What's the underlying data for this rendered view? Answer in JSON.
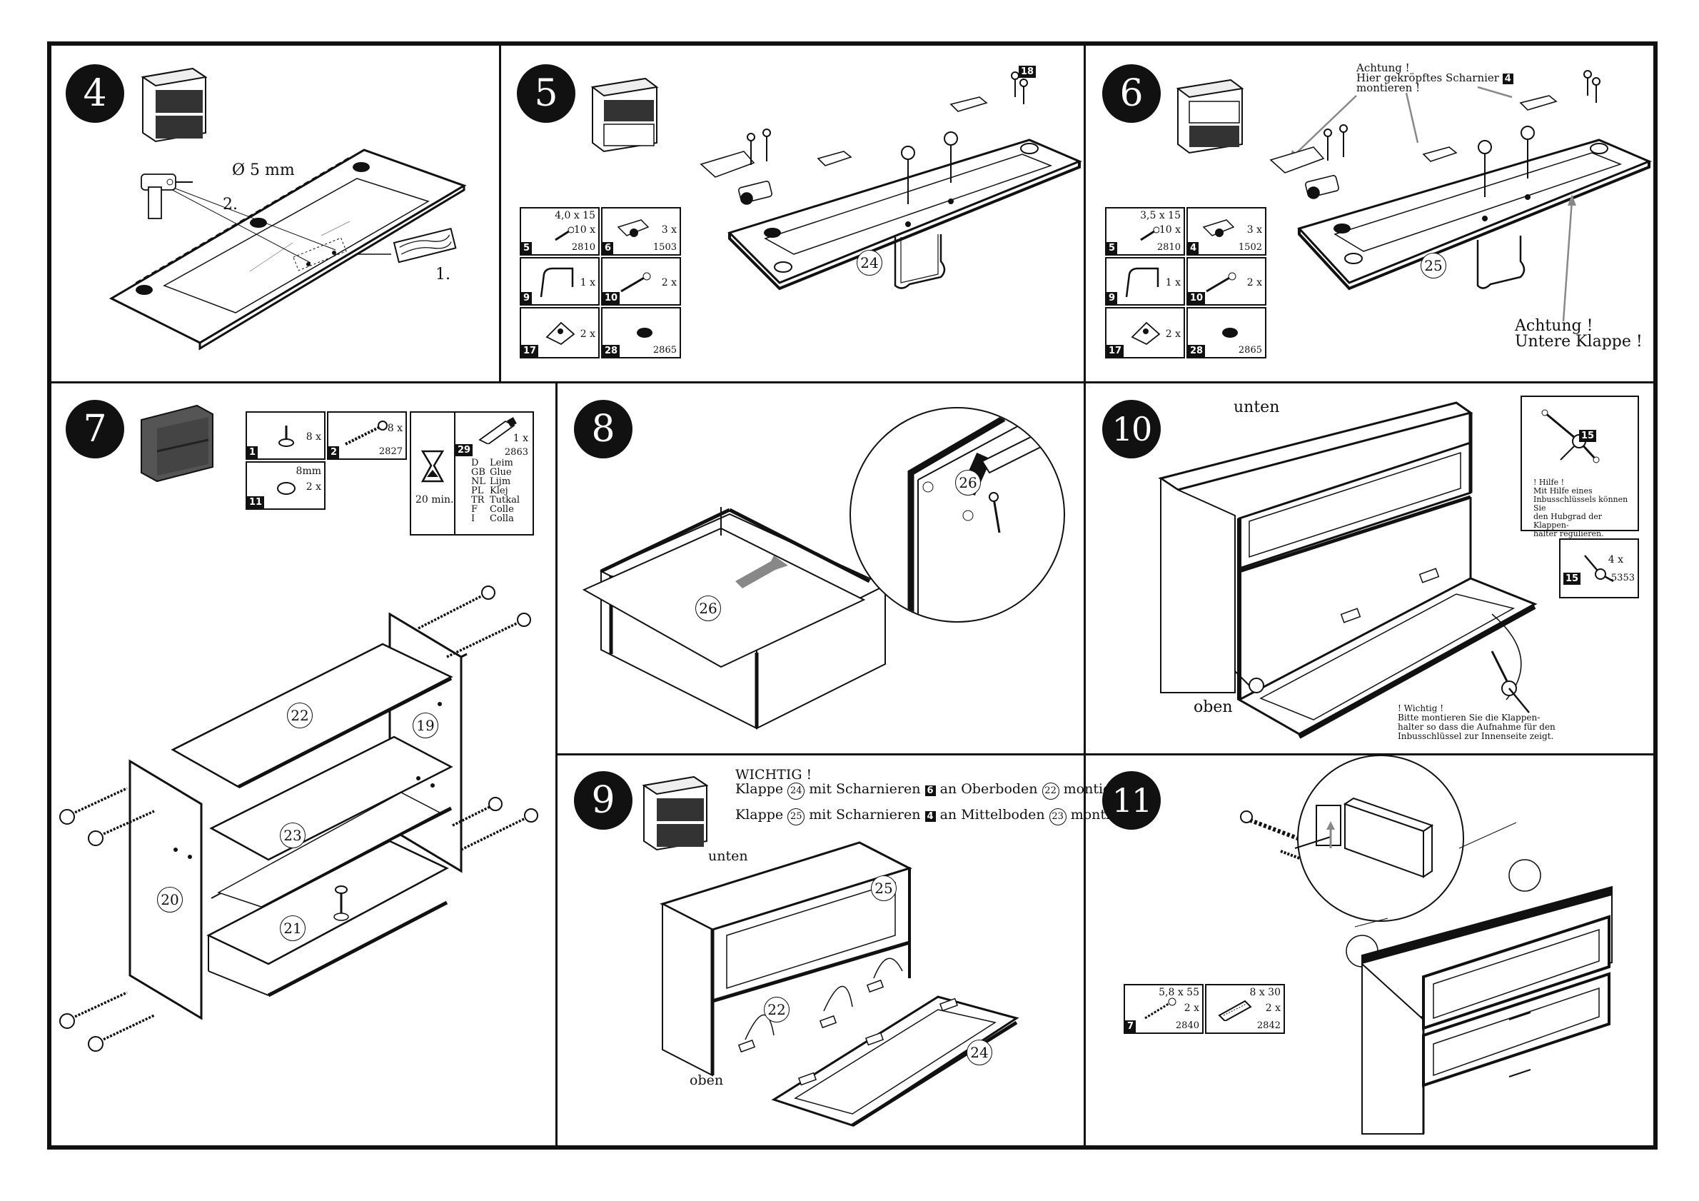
{
  "steps": {
    "s4": {
      "number": "4",
      "drill_diameter": "Ø 5 mm",
      "step_one": "1.",
      "step_two": "2."
    },
    "s5": {
      "number": "5",
      "part_label": "24",
      "callout_tag": "18",
      "parts": [
        {
          "tag": "5",
          "size": "4,0 x 15",
          "qty": "10 x",
          "code": "2810"
        },
        {
          "tag": "6",
          "size": "",
          "qty": "3 x",
          "code": "1503"
        },
        {
          "tag": "9",
          "size": "",
          "qty": "1 x",
          "code": ""
        },
        {
          "tag": "10",
          "size": "",
          "qty": "2 x",
          "code": ""
        },
        {
          "tag": "17",
          "size": "",
          "qty": "2 x",
          "code": ""
        },
        {
          "tag": "28",
          "size": "",
          "qty": "",
          "code": "2865"
        }
      ]
    },
    "s6": {
      "number": "6",
      "part_label": "25",
      "note_line1": "Achtung !",
      "note_line2": "Hier gekröpftes Scharnier",
      "note_tag": "4",
      "note_line3": "montieren !",
      "bottom_note_line1": "Achtung !",
      "bottom_note_line2": "Untere Klappe !",
      "parts": [
        {
          "tag": "5",
          "size": "3,5 x 15",
          "qty": "10 x",
          "code": "2810"
        },
        {
          "tag": "4",
          "size": "",
          "qty": "3 x",
          "code": "1502"
        },
        {
          "tag": "9",
          "size": "",
          "qty": "1 x",
          "code": ""
        },
        {
          "tag": "10",
          "size": "",
          "qty": "2 x",
          "code": ""
        },
        {
          "tag": "17",
          "size": "",
          "qty": "2 x",
          "code": ""
        },
        {
          "tag": "28",
          "size": "",
          "qty": "",
          "code": "2865"
        }
      ]
    },
    "s7": {
      "number": "7",
      "parts": [
        {
          "tag": "1",
          "qty": "8 x",
          "code": ""
        },
        {
          "tag": "2",
          "qty": "8 x",
          "code": "2827"
        },
        {
          "tag": "11",
          "size": "8mm",
          "qty": "2 x",
          "code": ""
        },
        {
          "tag": "29",
          "qty": "1 x",
          "code": "2863"
        }
      ],
      "timer": "20 min.",
      "glue_list": [
        {
          "lang": "D",
          "word": "Leim"
        },
        {
          "lang": "GB",
          "word": "Glue"
        },
        {
          "lang": "NL",
          "word": "Lijm"
        },
        {
          "lang": "PL",
          "word": "Klej"
        },
        {
          "lang": "TR",
          "word": "Tutkal"
        },
        {
          "lang": "F",
          "word": "Colle"
        },
        {
          "lang": "I",
          "word": "Colla"
        }
      ],
      "labels": {
        "p22": "22",
        "p19": "19",
        "p23": "23",
        "p20": "20",
        "p21": "21"
      }
    },
    "s8": {
      "number": "8",
      "part_label": "26"
    },
    "s9": {
      "number": "9",
      "heading": "WICHTIG !",
      "line1_a": "Klappe",
      "line1_b": "24",
      "line1_c": "mit Scharnieren",
      "line1_tag": "6",
      "line1_d": "an Oberboden",
      "line1_e": "22",
      "line1_f": "montieren !",
      "line2_a": "Klappe",
      "line2_b": "25",
      "line2_c": "mit Scharnieren",
      "line2_tag": "4",
      "line2_d": "an Mittelboden",
      "line2_e": "23",
      "line2_f": "montieren !",
      "label_top": "unten",
      "label_bottom": "oben",
      "labels": {
        "p25": "25",
        "p22": "22",
        "p24": "24"
      }
    },
    "s10": {
      "number": "10",
      "label_top": "unten",
      "label_bottom": "oben",
      "help_tag": "15",
      "help_text": [
        "! Hilfe !",
        "Mit Hilfe eines",
        "Inbusschlüssels können Sie",
        "den Hubgrad der Klappen-",
        "halter regulieren."
      ],
      "part": {
        "tag": "15",
        "qty": "4 x",
        "code": "5353"
      },
      "warning_text": [
        "! Wichtig !",
        "Bitte montieren Sie die Klappen-",
        "halter so dass die Aufnahme für den",
        "Inbusschlüssel zur Innenseite zeigt."
      ]
    },
    "s11": {
      "number": "11",
      "parts": [
        {
          "tag": "7",
          "size": "5,8 x 55",
          "qty": "2 x",
          "code": "2840"
        },
        {
          "tag": "",
          "size": "8 x 30",
          "qty": "2 x",
          "code": "2842"
        }
      ]
    }
  }
}
